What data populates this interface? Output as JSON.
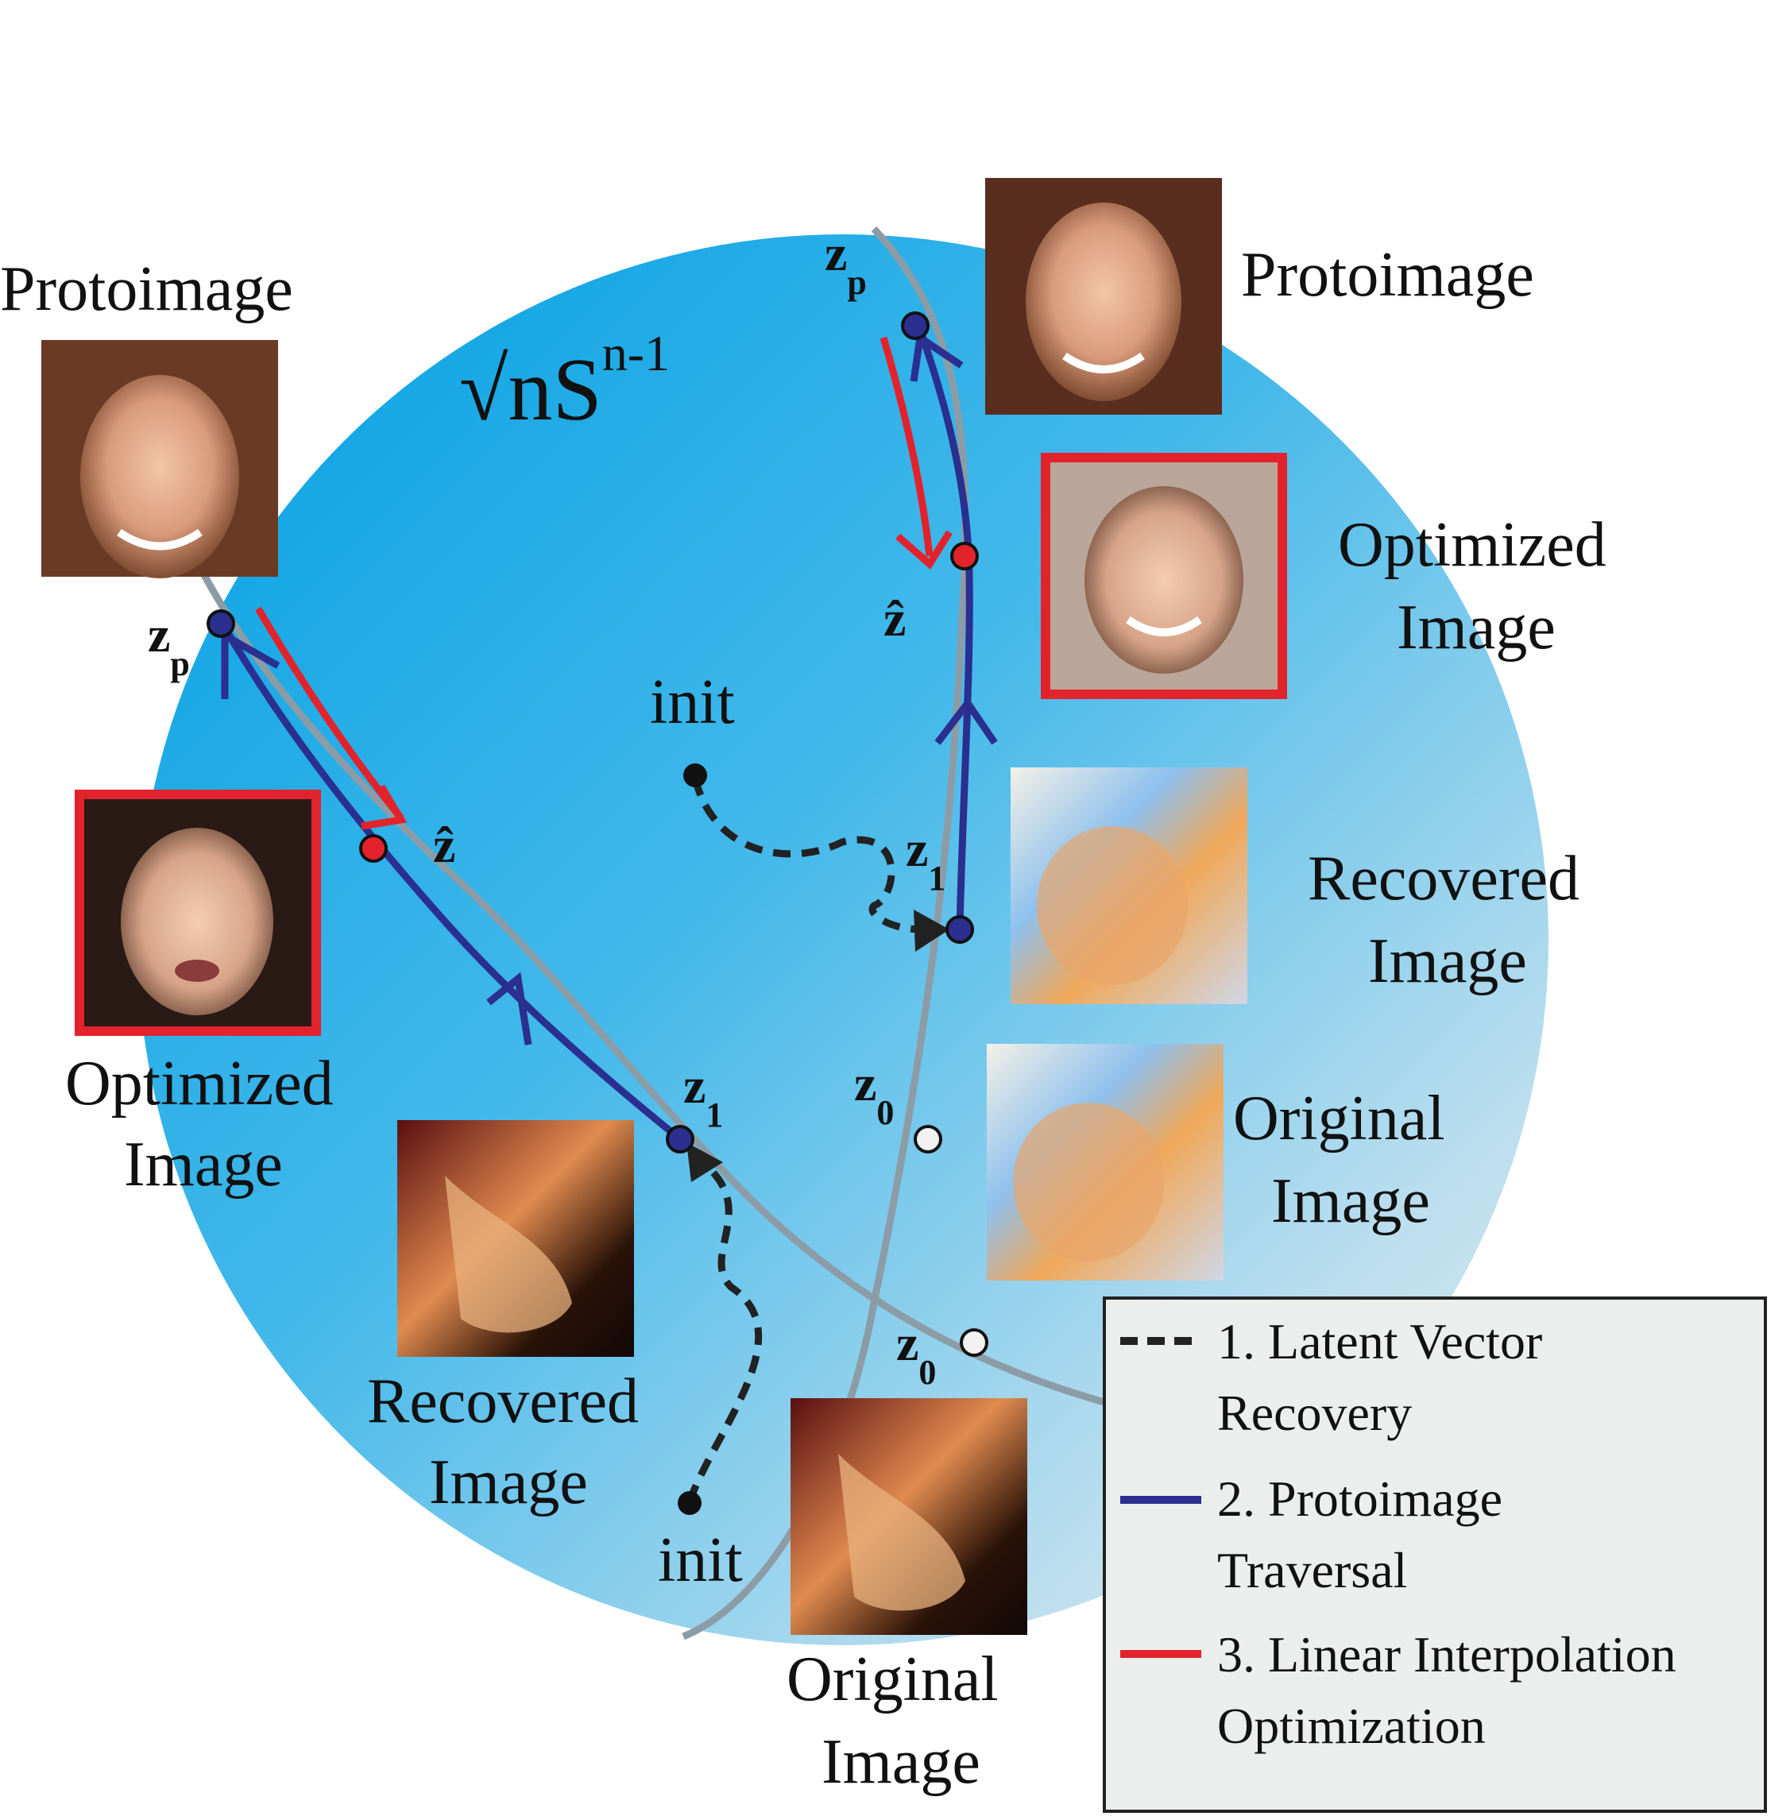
{
  "sphere_label": {
    "base": "√nS",
    "superscript": "n-1"
  },
  "left": {
    "protoimage_label": "Protoimage",
    "optimized_label": [
      "Optimized",
      "Image"
    ],
    "recovered_label": [
      "Recovered",
      "Image"
    ],
    "original_label": [
      "Original",
      "Image"
    ],
    "zp": {
      "base": "z",
      "sub": "p"
    },
    "zhat": "ẑ",
    "z1": {
      "base": "z",
      "sub": "1"
    },
    "z0": {
      "base": "z",
      "sub": "0"
    },
    "init": "init"
  },
  "right": {
    "protoimage_label": "Protoimage",
    "optimized_label": [
      "Optimized",
      "Image"
    ],
    "recovered_label": [
      "Recovered",
      "Image"
    ],
    "original_label": [
      "Original",
      "Image"
    ],
    "zp": {
      "base": "z",
      "sub": "p"
    },
    "zhat": "ẑ",
    "z1": {
      "base": "z",
      "sub": "1"
    },
    "z0": {
      "base": "z",
      "sub": "0"
    },
    "init": "init"
  },
  "legend": [
    {
      "lines": [
        "1. Latent Vector",
        "Recovery"
      ],
      "style": "dashed",
      "color": "#222222"
    },
    {
      "lines": [
        "2. Protoimage",
        "Traversal"
      ],
      "style": "solid",
      "color": "#2b2f8f"
    },
    {
      "lines": [
        "3. Linear Interpolation",
        "Optimization"
      ],
      "style": "solid",
      "color": "#e3232c"
    }
  ],
  "colors": {
    "sphere_dark": "#0aa3e6",
    "sphere_light": "#dde9ee",
    "traversal": "#2b2f8f",
    "interpolation": "#e3232c",
    "recovery": "#222222",
    "geodesic": "#8c9ca6",
    "highlight_frame": "#e3232c"
  }
}
